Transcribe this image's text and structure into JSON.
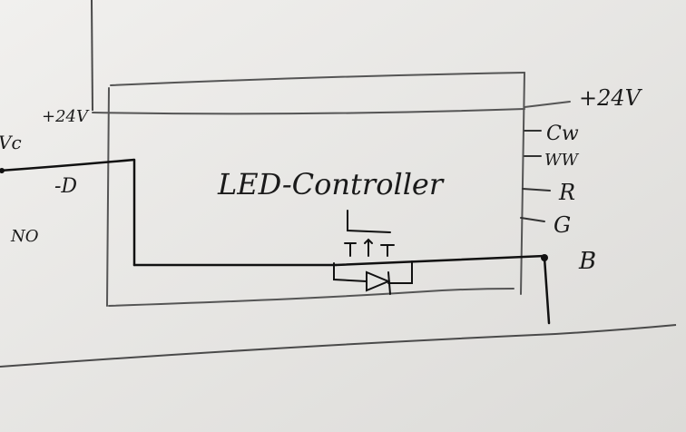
{
  "diagram": {
    "title": "LED-Controller",
    "ports_left": {
      "supply": "+24V",
      "minus": "-D",
      "vc_fragment": "Vc",
      "no_fragment": "NO"
    },
    "ports_right": {
      "supply": "+24V",
      "cw": "Cw",
      "ww": "WW",
      "r": "R",
      "g": "G",
      "b": "B"
    }
  },
  "colors": {
    "paper": "#e9e8e6",
    "ink_gray": "#4a4a4a",
    "ink_black": "#111111"
  }
}
